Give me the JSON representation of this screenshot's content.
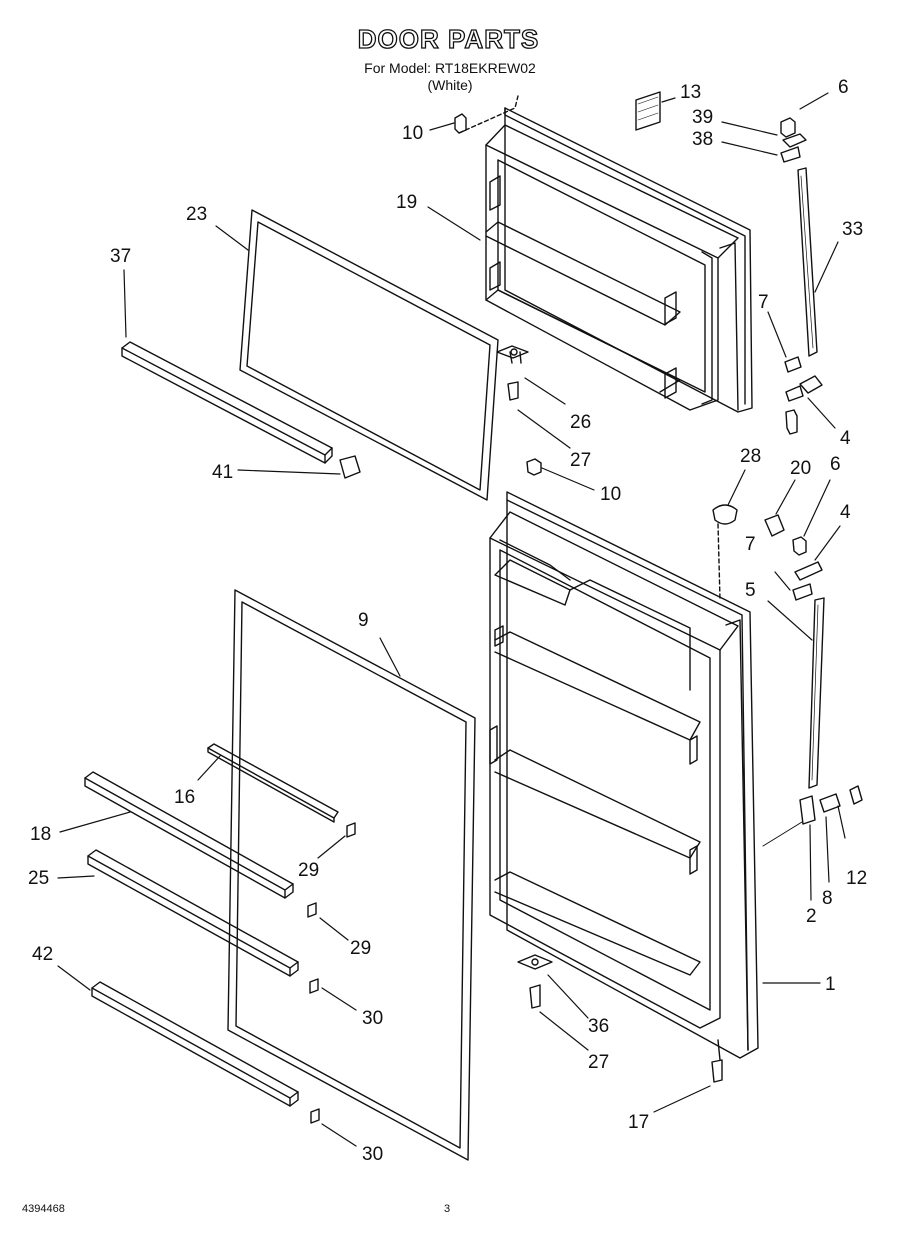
{
  "header": {
    "title": "DOOR PARTS",
    "model_line": "For Model: RT18EKREW02",
    "color_line": "(White)"
  },
  "footer": {
    "doc_number": "4394468",
    "page_number": "3"
  },
  "callouts": {
    "c13": "13",
    "c6a": "6",
    "c39": "39",
    "c38": "38",
    "c10a": "10",
    "c19": "19",
    "c23": "23",
    "c33": "33",
    "c37": "37",
    "c7a": "7",
    "c26": "26",
    "c4a": "4",
    "c27a": "27",
    "c41": "41",
    "c10b": "10",
    "c28": "28",
    "c20": "20",
    "c6b": "6",
    "c4b": "4",
    "c7b": "7",
    "c5": "5",
    "c9": "9",
    "c16": "16",
    "c18": "18",
    "c29a": "29",
    "c25": "25",
    "c29b": "29",
    "c12": "12",
    "c8": "8",
    "c2": "2",
    "c42": "42",
    "c30a": "30",
    "c1": "1",
    "c36": "36",
    "c27b": "27",
    "c17": "17",
    "c30b": "30"
  }
}
